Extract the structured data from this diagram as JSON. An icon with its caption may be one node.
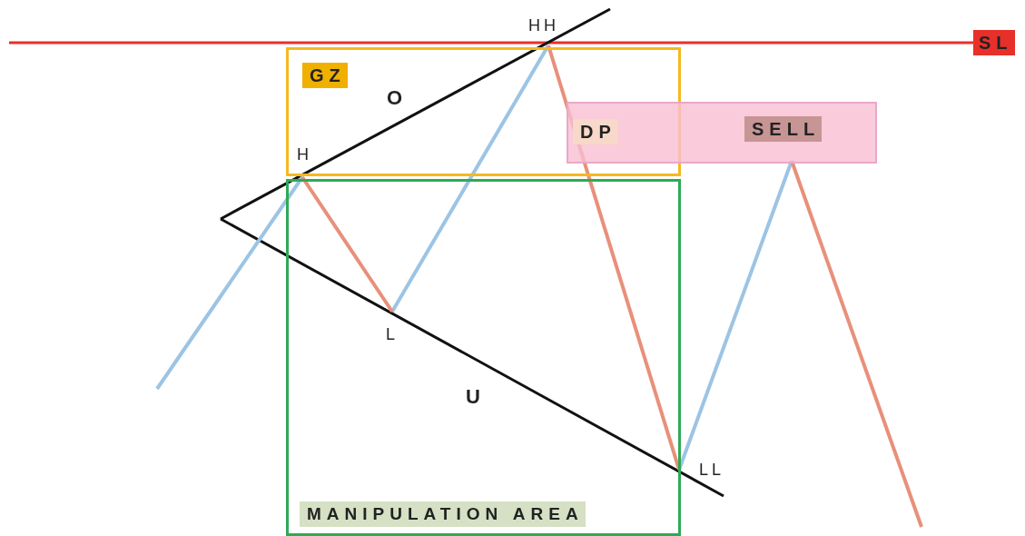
{
  "diagram": {
    "nodes": [
      {
        "text": [
          "GZ"
        ]
      },
      {
        "text": [
          "MANIPULATION AREA"
        ]
      },
      {
        "text": [
          "DP",
          "SELL"
        ]
      }
    ],
    "edges": [],
    "labels": [
      "HH",
      "SL",
      "O",
      "H",
      "L",
      "U",
      "LL"
    ]
  }
}
